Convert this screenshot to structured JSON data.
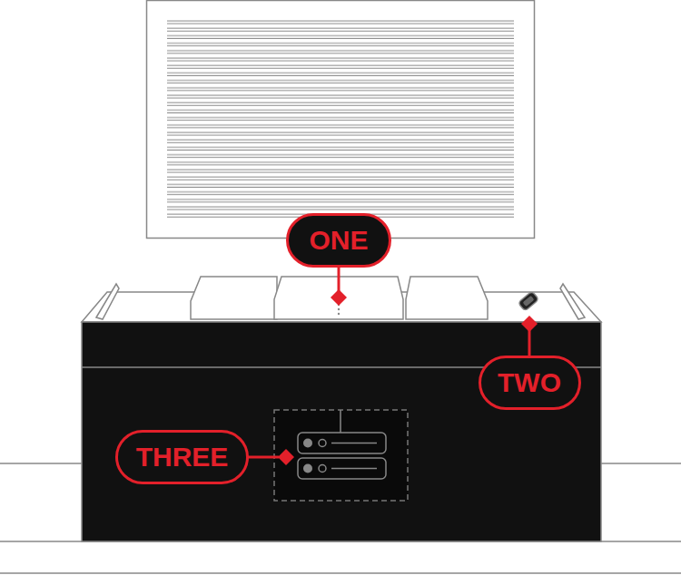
{
  "diagram": {
    "nodes": [
      {
        "text": [
          "ONE"
        ]
      },
      {
        "text": [
          "TWO"
        ]
      },
      {
        "text": [
          "THREE"
        ]
      }
    ]
  }
}
